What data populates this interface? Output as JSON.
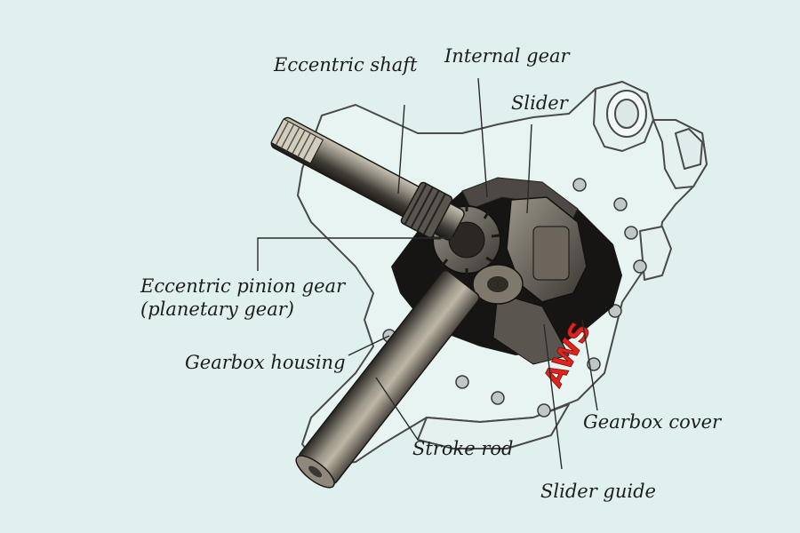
{
  "diagram": {
    "background_color": "#dff0ee",
    "logo_color": "#e0241c",
    "logo_text": "AWS",
    "labels": {
      "eccentric_shaft": "Eccentric shaft",
      "internal_gear": "Internal gear",
      "slider": "Slider",
      "eccentric_pinion_gear": "Eccentric pinion gear",
      "planetary_gear": "(planetary gear)",
      "gearbox_housing": "Gearbox housing",
      "stroke_rod": "Stroke rod",
      "gearbox_cover": "Gearbox cover",
      "slider_guide": "Slider guide"
    }
  }
}
